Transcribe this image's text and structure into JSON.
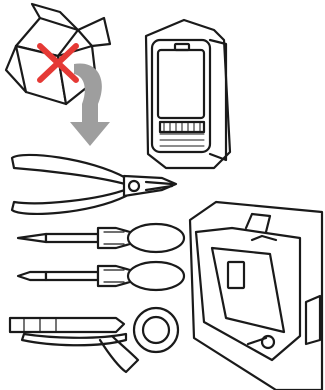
{
  "illustration": {
    "items": [
      {
        "key": "box",
        "icon": "open-box-icon"
      },
      {
        "key": "no-mark",
        "icon": "red-x-icon",
        "color": "#e53935"
      },
      {
        "key": "arrow",
        "icon": "down-arrow-icon",
        "color": "#9e9e9e"
      },
      {
        "key": "device",
        "icon": "module-device-icon"
      },
      {
        "key": "pliers",
        "icon": "pliers-icon"
      },
      {
        "key": "phillips",
        "icon": "phillips-screwdriver-icon"
      },
      {
        "key": "flathead",
        "icon": "flathead-screwdriver-icon"
      },
      {
        "key": "stripper",
        "icon": "wire-stripper-icon"
      },
      {
        "key": "wallbox",
        "icon": "wall-box-icon"
      }
    ]
  }
}
